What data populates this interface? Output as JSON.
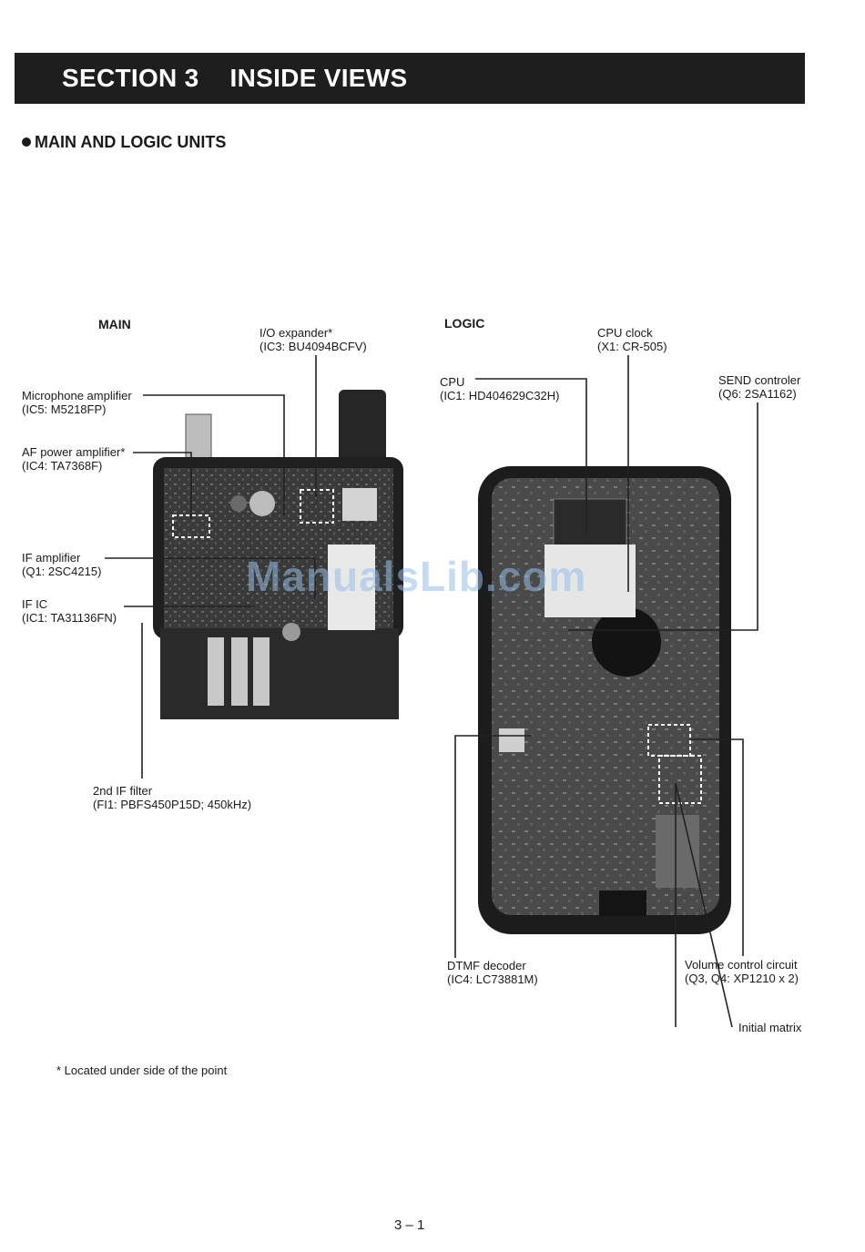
{
  "header": {
    "section": "SECTION 3",
    "title": "INSIDE VIEWS"
  },
  "subhead": "MAIN AND LOGIC UNITS",
  "main_unit": {
    "title": "MAIN",
    "labels": [
      {
        "name": "I/O expander*",
        "part": "(IC3: BU4094BCFV)"
      },
      {
        "name": "Microphone amplifier",
        "part": "(IC5: M5218FP)"
      },
      {
        "name": "AF power amplifier*",
        "part": "(IC4: TA7368F)"
      },
      {
        "name": "IF amplifier",
        "part": "(Q1: 2SC4215)"
      },
      {
        "name": "IF IC",
        "part": "(IC1: TA31136FN)"
      },
      {
        "name": "2nd IF filter",
        "part": "(FI1: PBFS450P15D; 450kHz)"
      }
    ]
  },
  "logic_unit": {
    "title": "LOGIC",
    "labels": [
      {
        "name": "CPU clock",
        "part": "(X1: CR-505)"
      },
      {
        "name": "CPU",
        "part": "(IC1: HD404629C32H)"
      },
      {
        "name": "SEND controler",
        "part": "(Q6: 2SA1162)"
      },
      {
        "name": "DTMF decoder",
        "part": "(IC4: LC73881M)"
      },
      {
        "name": "Volume control circuit",
        "part": "(Q3, Q4: XP1210 x 2)"
      },
      {
        "name": "Initial matrix",
        "part": ""
      }
    ]
  },
  "footnote": "* Located under side of the point",
  "page_number": "3 – 1",
  "watermark": "ManualsLib.com",
  "colors": {
    "header_bg": "#1e1e1e",
    "header_text": "#ffffff",
    "board_dark": "#2b2b2b"
  }
}
